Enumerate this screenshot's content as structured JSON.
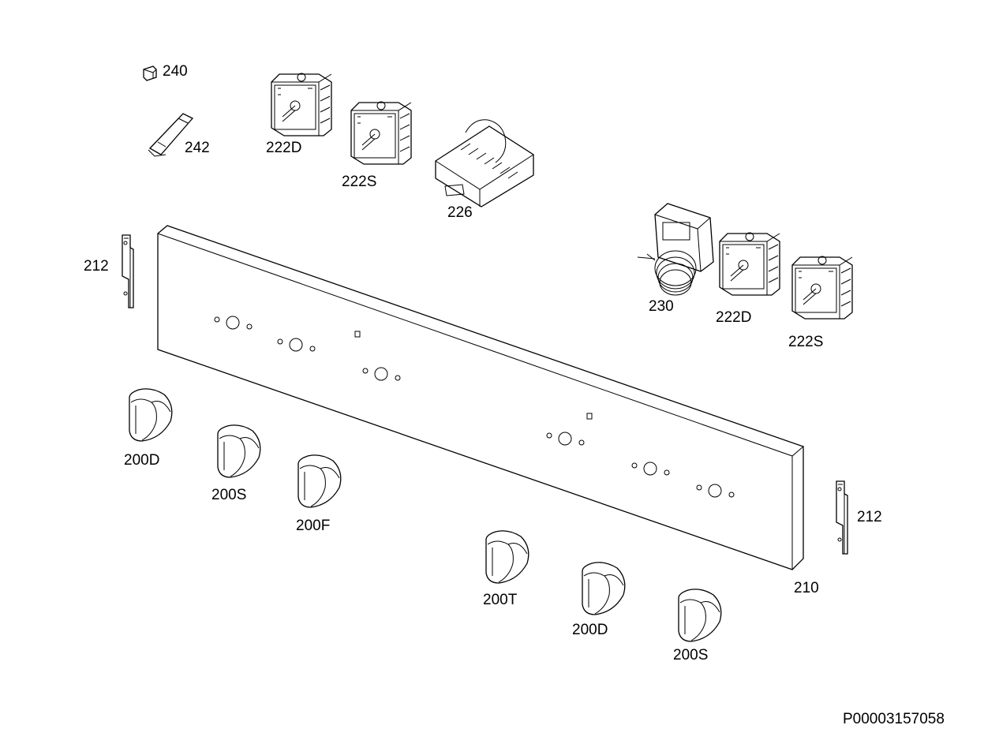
{
  "labels": {
    "p240": "240",
    "p242": "242",
    "p222D_a": "222D",
    "p222S_a": "222S",
    "p226": "226",
    "p212_left": "212",
    "p230": "230",
    "p222D_b": "222D",
    "p222S_b": "222S",
    "p200D_a": "200D",
    "p200S_a": "200S",
    "p200F": "200F",
    "p212_right": "212",
    "p210": "210",
    "p200T": "200T",
    "p200D_b": "200D",
    "p200S_b": "200S"
  },
  "document_id": "P00003157058"
}
